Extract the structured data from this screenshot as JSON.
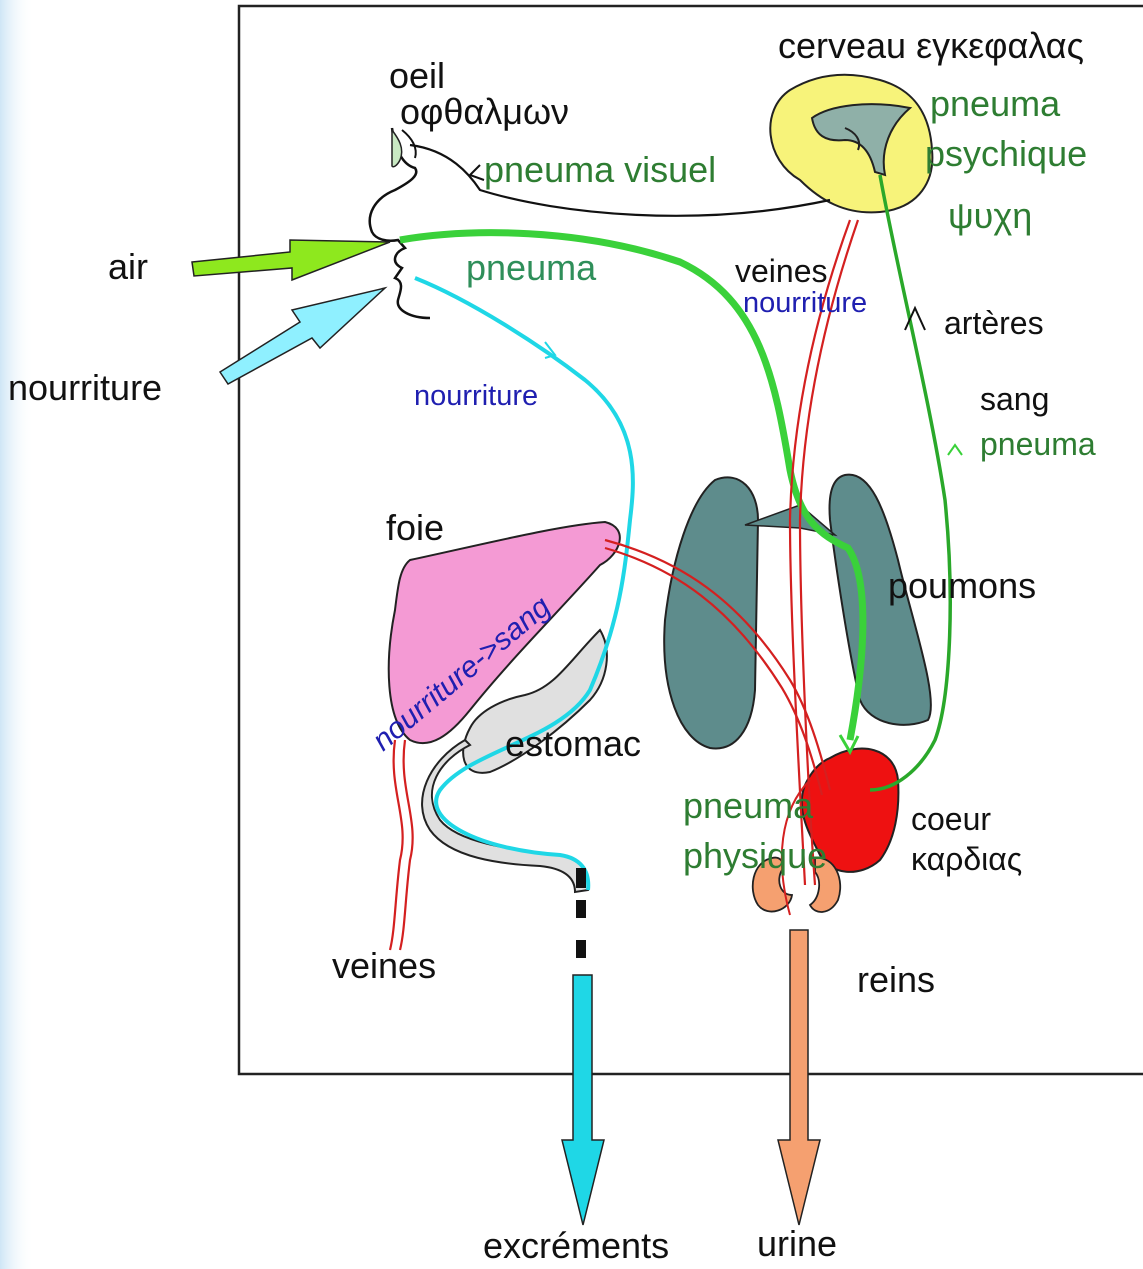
{
  "diagram": {
    "labels": {
      "brain": "cerveau εγκεφαλας",
      "eye_fr": "oeil",
      "eye_gr": "οφθαλμων",
      "pneuma_visuel": "pneuma visuel",
      "pneuma_psychique_1": "pneuma",
      "pneuma_psychique_2": "psychique",
      "psyche": "ψυχη",
      "air": "air",
      "nourriture_in": "nourriture",
      "pneuma_air": "pneuma",
      "veines_top": "veines",
      "nourriture_veines": "nourriture",
      "arteres": "artères",
      "nourriture_oeso": "nourriture",
      "sang": "sang",
      "pneuma_arteres": "pneuma",
      "foie": "foie",
      "poumons": "poumons",
      "nourriture_sang": "nourriture->sang",
      "estomac": "estomac",
      "pneuma_physique_1": "pneuma",
      "pneuma_physique_2": "physique",
      "coeur_fr": "coeur",
      "coeur_gr": "καρδιας",
      "veines_bottom": "veines",
      "reins": "reins",
      "excrements": "excréments",
      "urine": "urine"
    },
    "colors": {
      "pneuma": "#3ad13a",
      "food": "#1fd7e6",
      "blood": "#d42020",
      "brain": "#f7f37a",
      "liver": "#f49ad4",
      "lungs": "#5e8c8c",
      "heart": "#ee1111",
      "stomach": "#e0e0e0",
      "kidneys": "#f5a070",
      "air_arrow": "#8ee81e",
      "food_arrow": "#8ff0ff"
    }
  }
}
